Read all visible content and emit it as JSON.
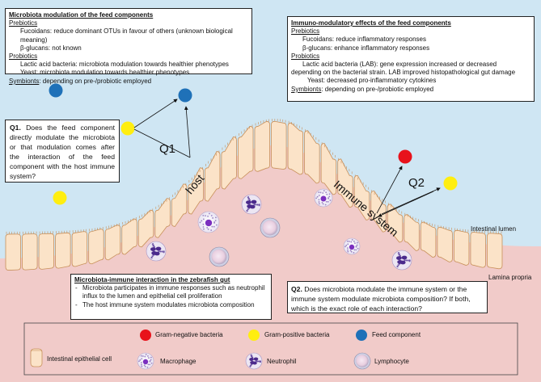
{
  "box_microbiota": {
    "title": "Microbiota modulation of the feed components",
    "prebiotics_label": "Prebiotics",
    "fucoidans": "Fucoidans: reduce dominant OTUs in favour of others (unknown biological meaning)",
    "bglucans": "β-glucans: not known",
    "probiotics_label": "Probiotics",
    "lab": "Lactic acid bacteria: microbiota modulation towards healthier phenotypes",
    "yeast": "Yeast: microbiota modulation towards healthier phenotypes",
    "symbionts_label": "Symbionts",
    "symbionts": ": depending on pre-/probiotic employed"
  },
  "box_immuno": {
    "title": "Immuno-modulatory effects of the feed components",
    "prebiotics_label": "Prebiotics",
    "fucoidans": "Fucoidans: reduce inflammatory responses",
    "bglucans": "β-glucans: enhance inflammatory responses",
    "probiotics_label": "Probiotics",
    "lab_1": "Lactic acid bacteria (LAB): gene expression increased or decreased",
    "lab_2": "depending on the bacterial strain. LAB improved histopathological gut damage",
    "yeast": "Yeast: decreased pro-inflammatory cytokines",
    "symbionts_label": "Symbionts",
    "symbionts": ": depending on pre-/probiotic employed"
  },
  "q1": {
    "label": "Q1.",
    "text": " Does the feed component directly modulate the microbiota or that modulation comes after the interaction of the feed component with the host immune system?"
  },
  "q2": {
    "label": "Q2.",
    "text": " Does microbiota modulate the immune system or the immune system modulate microbiota composition? If both, which is the exact role of each interaction?"
  },
  "box_zebrafish": {
    "title": "Microbiota-immune interaction in the zebrafish gut",
    "item_1": "Microbiota participates in immune responses such as neutrophil influx to the lumen and epithelial cell proliferation",
    "item_2": "The host immune system modulates microbiota composition"
  },
  "diagram": {
    "q1_arrow_label": "Q1",
    "q2_arrow_label": "Q2",
    "host_label": "host",
    "immune_label": "Immune system",
    "lumen_label": "Intestinal lumen",
    "lamina_label": "Lamina propria"
  },
  "legend": {
    "gram_negative": "Gram-negative bacteria",
    "gram_positive": "Gram-positive bacteria",
    "feed_component": "Feed component",
    "epithelial": "Intestinal epithelial cell",
    "macrophage": "Macrophage",
    "neutrophil": "Neutrophil",
    "lymphocyte": "Lymphocyte"
  },
  "colors": {
    "lumen": "#cfe6f3",
    "lamina": "#f1cbc9",
    "epithelium": "#fbe3c8",
    "gram_negative": "#e8121b",
    "gram_positive": "#ffee10",
    "feed": "#1f71b8"
  }
}
